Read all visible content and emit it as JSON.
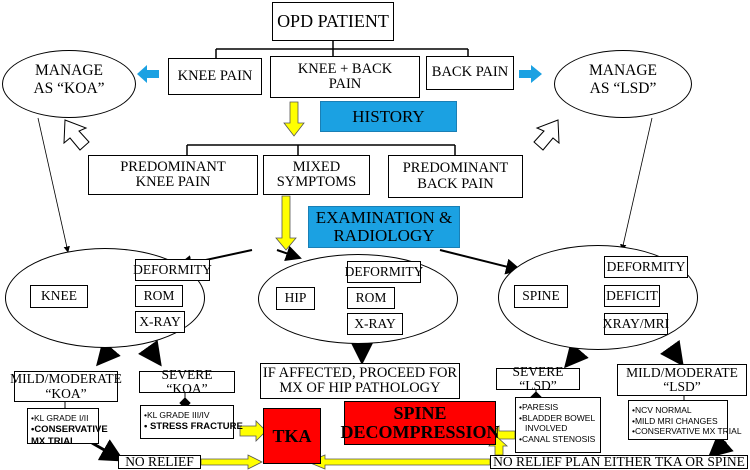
{
  "top": {
    "opd": "OPD PATIENT"
  },
  "row1": {
    "knee": "KNEE PAIN",
    "knee_back_1": "KNEE + BACK",
    "knee_back_2": "PAIN",
    "back": "BACK PAIN"
  },
  "manage": {
    "koa_1": "MANAGE",
    "koa_2": "AS “KOA”",
    "lsd_1": "MANAGE",
    "lsd_2": "AS “LSD”"
  },
  "history": "HISTORY",
  "row2": {
    "pred_knee_1": "PREDOMINANT",
    "pred_knee_2": "KNEE PAIN",
    "mixed_1": "MIXED",
    "mixed_2": "SYMPTOMS",
    "pred_back_1": "PREDOMINANT",
    "pred_back_2": "BACK PAIN"
  },
  "exam": {
    "line1": "EXAMINATION &",
    "line2": "RADIOLOGY"
  },
  "knee_group": {
    "label": "KNEE",
    "items": [
      "DEFORMITY",
      "ROM",
      "X-RAY"
    ]
  },
  "hip_group": {
    "label": "HIP",
    "items": [
      "DEFORMITY",
      "ROM",
      "X-RAY"
    ]
  },
  "spine_group": {
    "label": "SPINE",
    "items": [
      "DEFORMITY",
      "DEFICIT",
      "XRAY/MRI"
    ]
  },
  "hip_note": {
    "line1": "IF AFFECTED, PROCEED FOR",
    "line2": "MX OF HIP PATHOLOGY"
  },
  "koa": {
    "mild_1": "MILD/MODERATE",
    "mild_2": "“KOA”",
    "severe": "SEVERE “KOA”",
    "mild_list": [
      "•KL GRADE I/II",
      "•CONSERVATIVE",
      "MX TRIAL"
    ],
    "severe_list": [
      "•KL GRADE III/IV",
      "• STRESS FRACTURE"
    ],
    "no_relief": "NO RELIEF"
  },
  "lsd": {
    "severe": "SEVERE “LSD”",
    "mild_1": "MILD/MODERATE",
    "mild_2": "“LSD”",
    "severe_list": [
      "•PARESIS",
      "•BLADDER BOWEL",
      "INVOLVED",
      "•CANAL STENOSIS"
    ],
    "mild_list": [
      "•NCV NORMAL",
      "•MILD MRI CHANGES",
      "•CONSERVATIVE MX TRIAL"
    ]
  },
  "tka": "TKA",
  "spine_decomp": {
    "line1": "SPINE",
    "line2": "DECOMPRESSION"
  },
  "plan": "NO RELIEF PLAN EITHER TKA OR SPINE",
  "colors": {
    "blue": "#1ba1e2",
    "red": "#ff0000",
    "yellow": "#ffff00"
  }
}
